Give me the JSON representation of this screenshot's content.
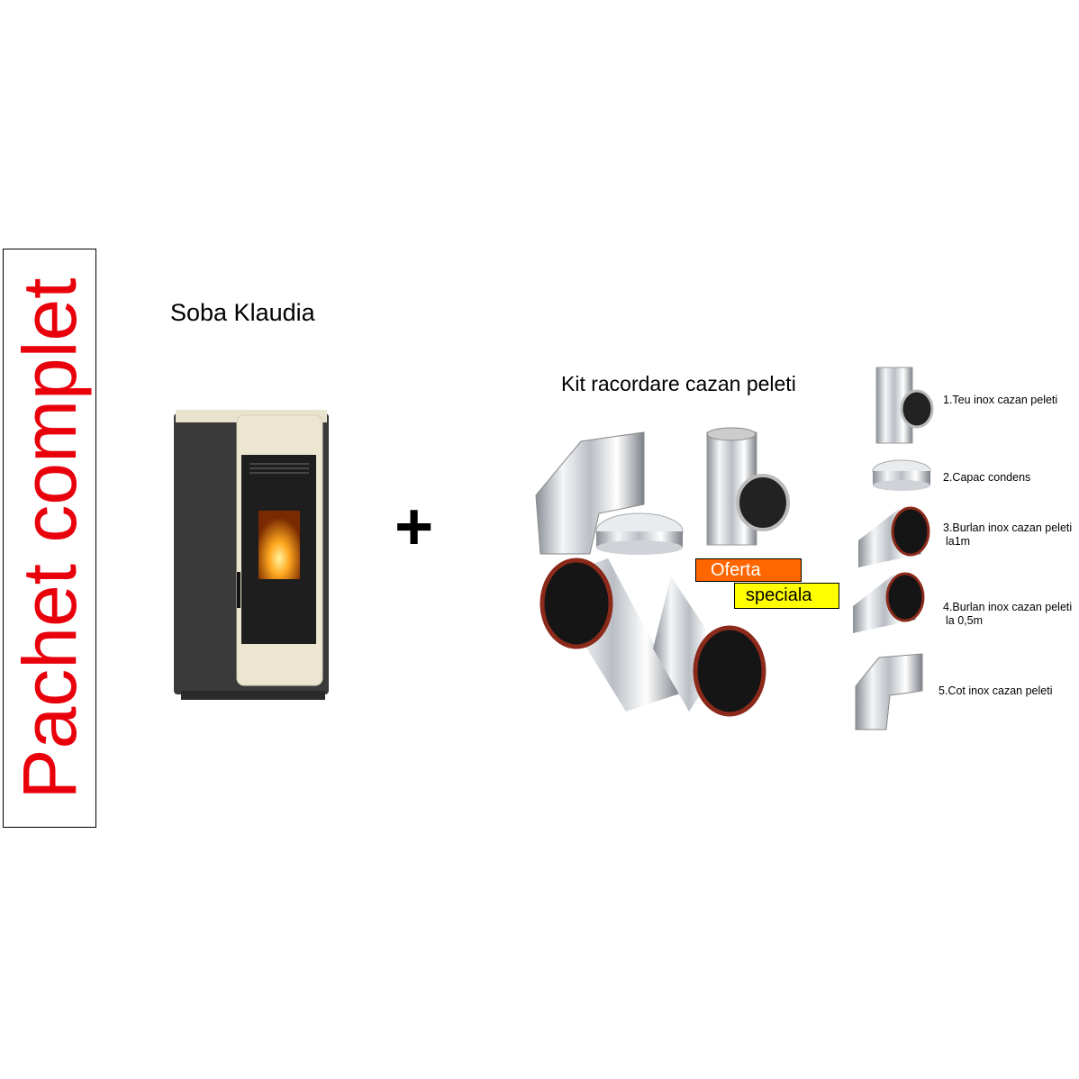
{
  "side_label": "Pachet complet",
  "stove": {
    "title": "Soba Klaudia"
  },
  "plus_sign": "+",
  "kit": {
    "title": "Kit racordare cazan peleti",
    "badge_line1": "Oferta",
    "badge_line2": "speciala",
    "badge_colors": {
      "oferta": "#ff6600",
      "speciala": "#ffff00"
    }
  },
  "items": [
    {
      "label": "1.Teu inox cazan peleti",
      "sub": ""
    },
    {
      "label": "2.Capac condens",
      "sub": ""
    },
    {
      "label": "3.Burlan inox cazan peleti",
      "sub": "la1m"
    },
    {
      "label": "4.Burlan inox cazan peleti",
      "sub": "la 0,5m"
    },
    {
      "label": "5.Cot inox cazan peleti",
      "sub": ""
    }
  ]
}
